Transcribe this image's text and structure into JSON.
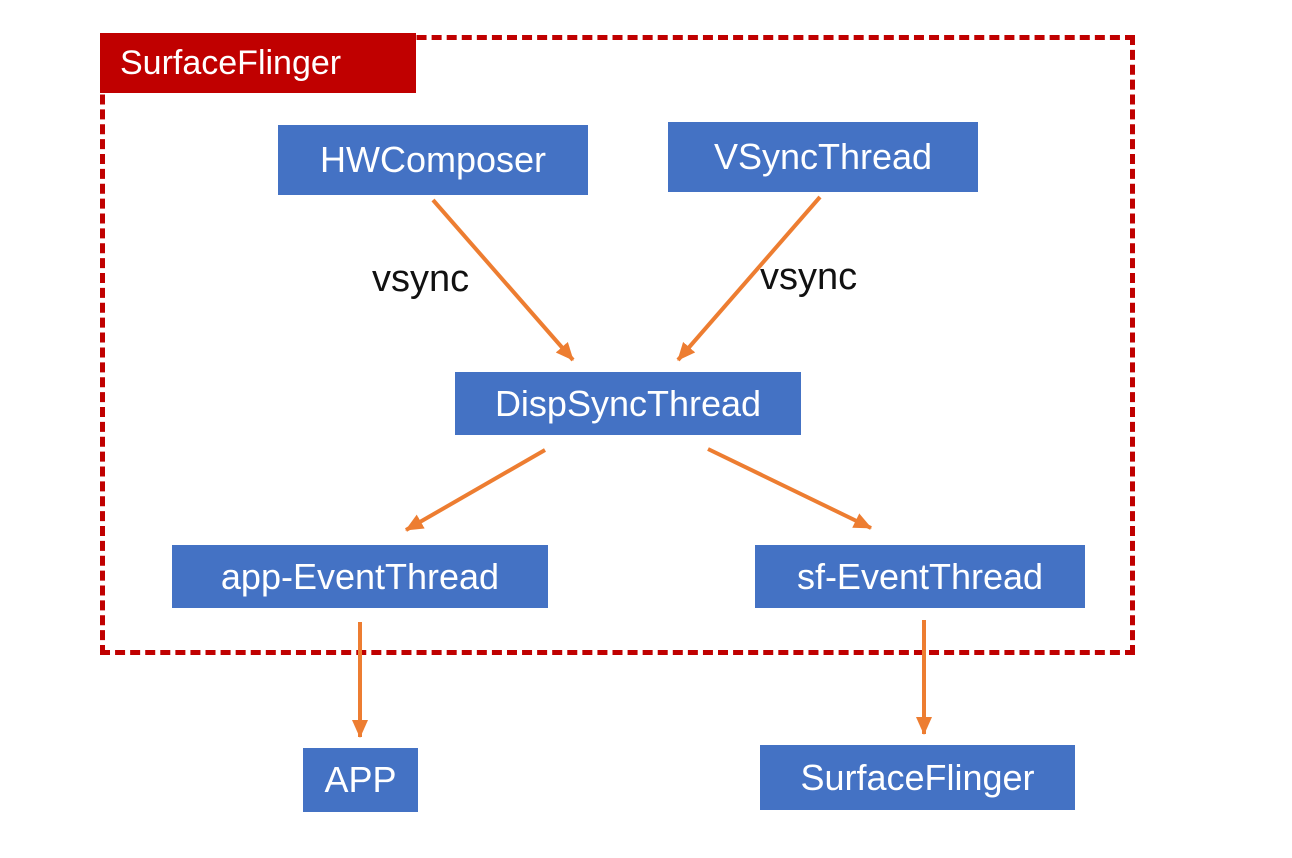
{
  "diagram": {
    "title": "SurfaceFlinger",
    "nodes": {
      "hwcomposer": "HWComposer",
      "vsyncthread": "VSyncThread",
      "dispsyncthread": "DispSyncThread",
      "app_eventthread": "app-EventThread",
      "sf_eventthread": "sf-EventThread",
      "app": "APP",
      "surfaceflinger_out": "SurfaceFlinger"
    },
    "edge_labels": {
      "left": "vsync",
      "right": "vsync"
    },
    "colors": {
      "node_fill": "#4472C4",
      "title_fill": "#C00000",
      "boundary": "#C00000",
      "arrow": "#ED7D31",
      "node_text": "#FFFFFF",
      "label_text": "#111111",
      "background": "#FFFFFF"
    }
  }
}
